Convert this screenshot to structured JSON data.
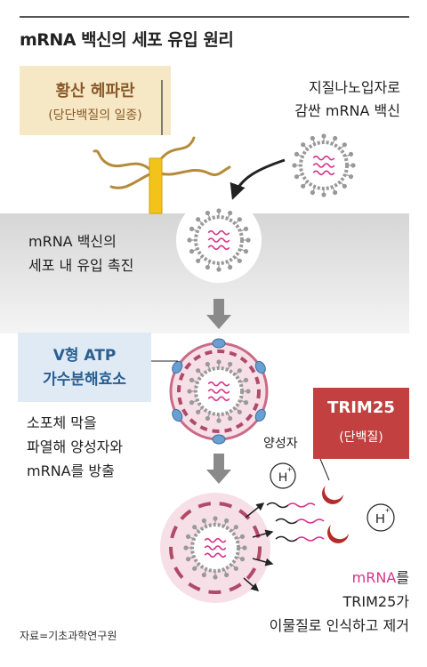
{
  "title": "mRNA 백신의 세포 유입 원리",
  "heparan": {
    "title": "황산 헤파란",
    "subtitle": "(당단백질의 일종)"
  },
  "lnp_label": {
    "line1": "지질나노입자로",
    "line2": "감싼 mRNA 백신"
  },
  "membrane_text": {
    "line1": "mRNA 백신의",
    "line2": "세포 내 유입 촉진"
  },
  "vatpase": {
    "line1": "V형 ATP",
    "line2": "가수분해효소"
  },
  "endosome_text": {
    "line1": "소포체 막을",
    "line2": "파열해 양성자와",
    "line3": "mRNA를 방출"
  },
  "trim25": {
    "title": "TRIM25",
    "subtitle": "(단백질)"
  },
  "proton_label": "양성자",
  "proton_symbol": "H",
  "proton_charge": "+",
  "result": {
    "mrna_word": "mRNA",
    "line1_rest": "를",
    "line2": "TRIM25가",
    "line3": "이물질로 인식하고 제거"
  },
  "source": "자료=기초과학연구원",
  "colors": {
    "mrna_pink": "#d6338a",
    "trim_red": "#c2403f",
    "vatp_blue": "#2a5f91",
    "heparan_brown": "#8a5a2c",
    "receptor_yellow": "#f2c41a",
    "arrow_gray": "#8a8a8a"
  }
}
